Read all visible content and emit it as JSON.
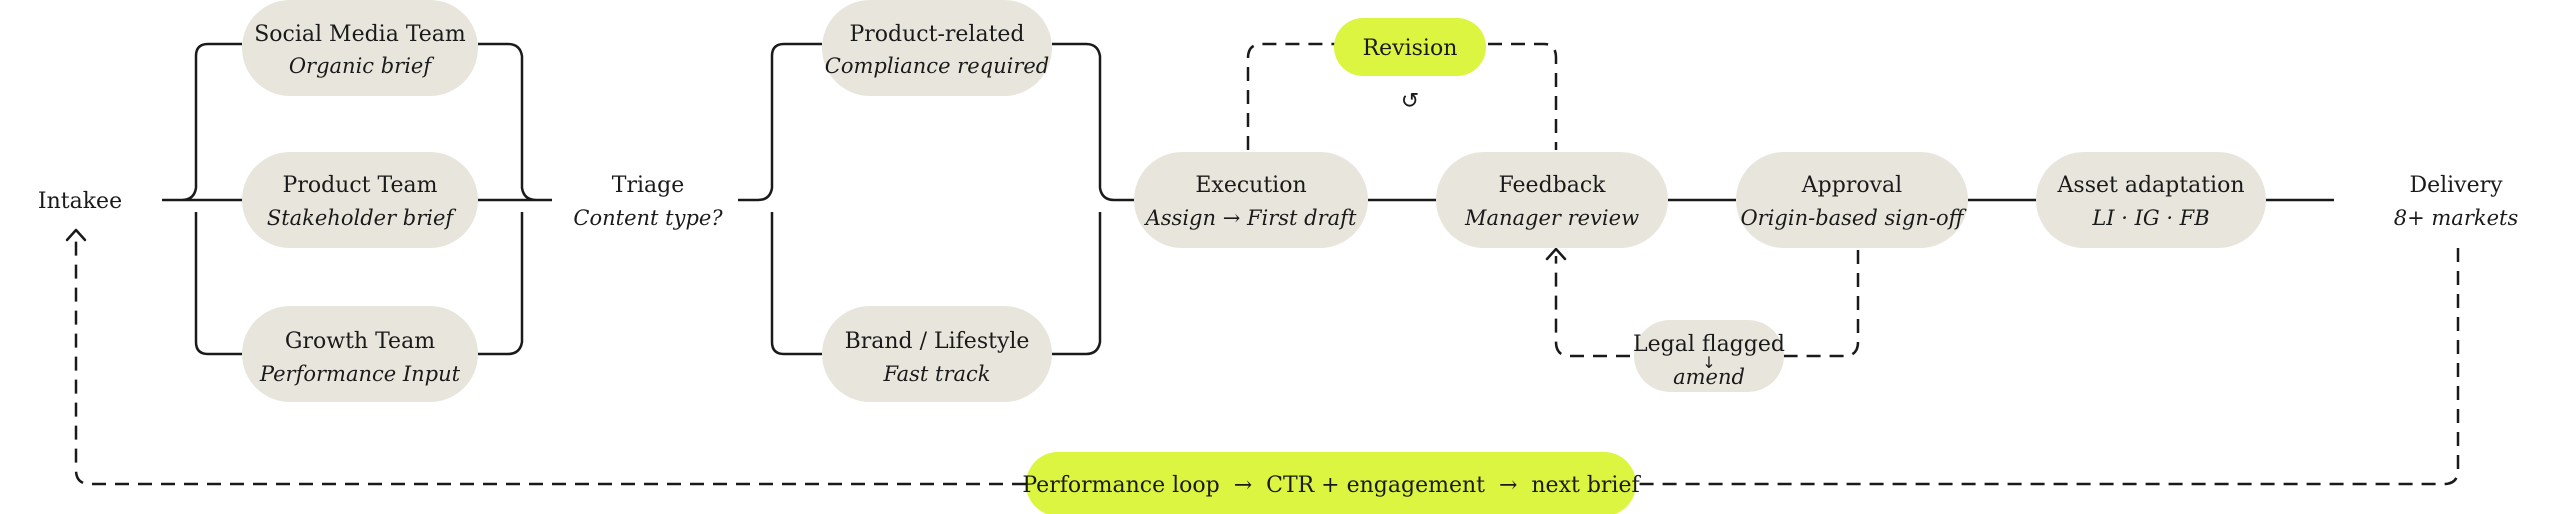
{
  "nodes": {
    "intake": {
      "title": "Intakee"
    },
    "social_media": {
      "title": "Social Media Team",
      "subtitle": "Organic brief"
    },
    "product_team": {
      "title": "Product Team",
      "subtitle": "Stakeholder brief"
    },
    "growth_team": {
      "title": "Growth Team",
      "subtitle": "Performance Input"
    },
    "triage": {
      "title": "Triage",
      "subtitle": "Content type?"
    },
    "product_related": {
      "title": "Product-related",
      "subtitle": "Compliance required"
    },
    "brand_lifestyle": {
      "title": "Brand / Lifestyle",
      "subtitle": "Fast track"
    },
    "execution": {
      "title": "Execution",
      "subtitle": "Assign → First draft"
    },
    "feedback": {
      "title": "Feedback",
      "subtitle": "Manager review"
    },
    "approval": {
      "title": "Approval",
      "subtitle": "Origin-based sign-off"
    },
    "asset_adaptation": {
      "title": "Asset adaptation",
      "subtitle": "LI · IG · FB"
    },
    "delivery": {
      "title": "Delivery",
      "subtitle": "8+ markets"
    },
    "revision": {
      "title": "Revision",
      "icon": "↺"
    },
    "legal_flagged": {
      "title": "Legal flagged",
      "arrow": "↓",
      "subtitle": "amend"
    },
    "performance_loop": {
      "title": "Performance loop  →  CTR + engagement  →  next brief"
    }
  },
  "colors": {
    "node_fill": "#e8e6dc",
    "highlight_fill": "#dcf541",
    "line": "#1a1a1a",
    "text": "#1a1a1a"
  }
}
